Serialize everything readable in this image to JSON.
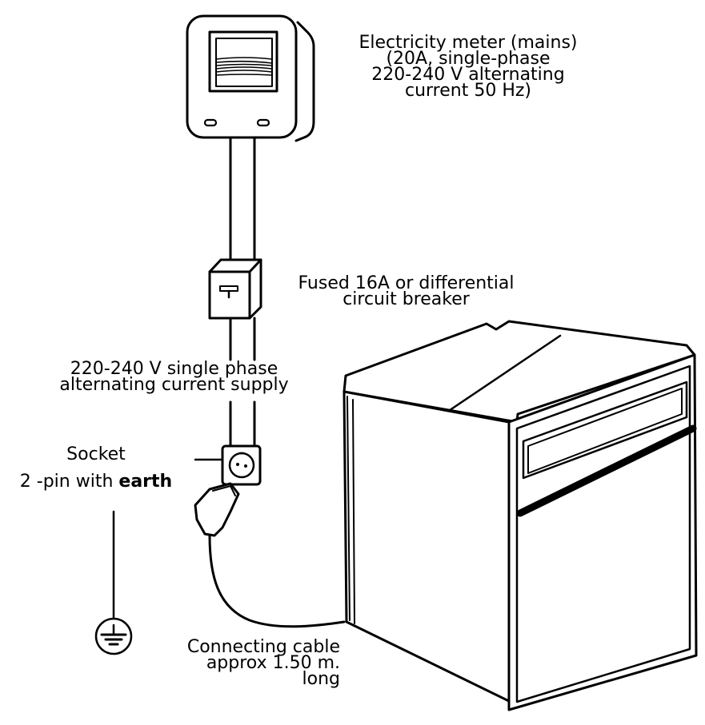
{
  "labels": {
    "meter": [
      "Electricity meter (mains)",
      "(20A, single-phase",
      "220-240 V alternating",
      "current 50 Hz)"
    ],
    "breaker": [
      "Fused 16A or differential",
      "circuit breaker"
    ],
    "supply": [
      "220-240 V single phase",
      "alternating current supply"
    ],
    "socket": {
      "title": "Socket",
      "line2_prefix": "2 -pin with ",
      "line2_bold": "earth"
    },
    "cable": [
      "Connecting cable",
      "approx 1.50 m.",
      "long"
    ]
  },
  "icons": {
    "earth": "earth-ground-icon",
    "socket": "socket-outlet-icon",
    "plug": "plug-icon"
  },
  "colors": {
    "ink": "#000000",
    "paper": "#ffffff"
  }
}
